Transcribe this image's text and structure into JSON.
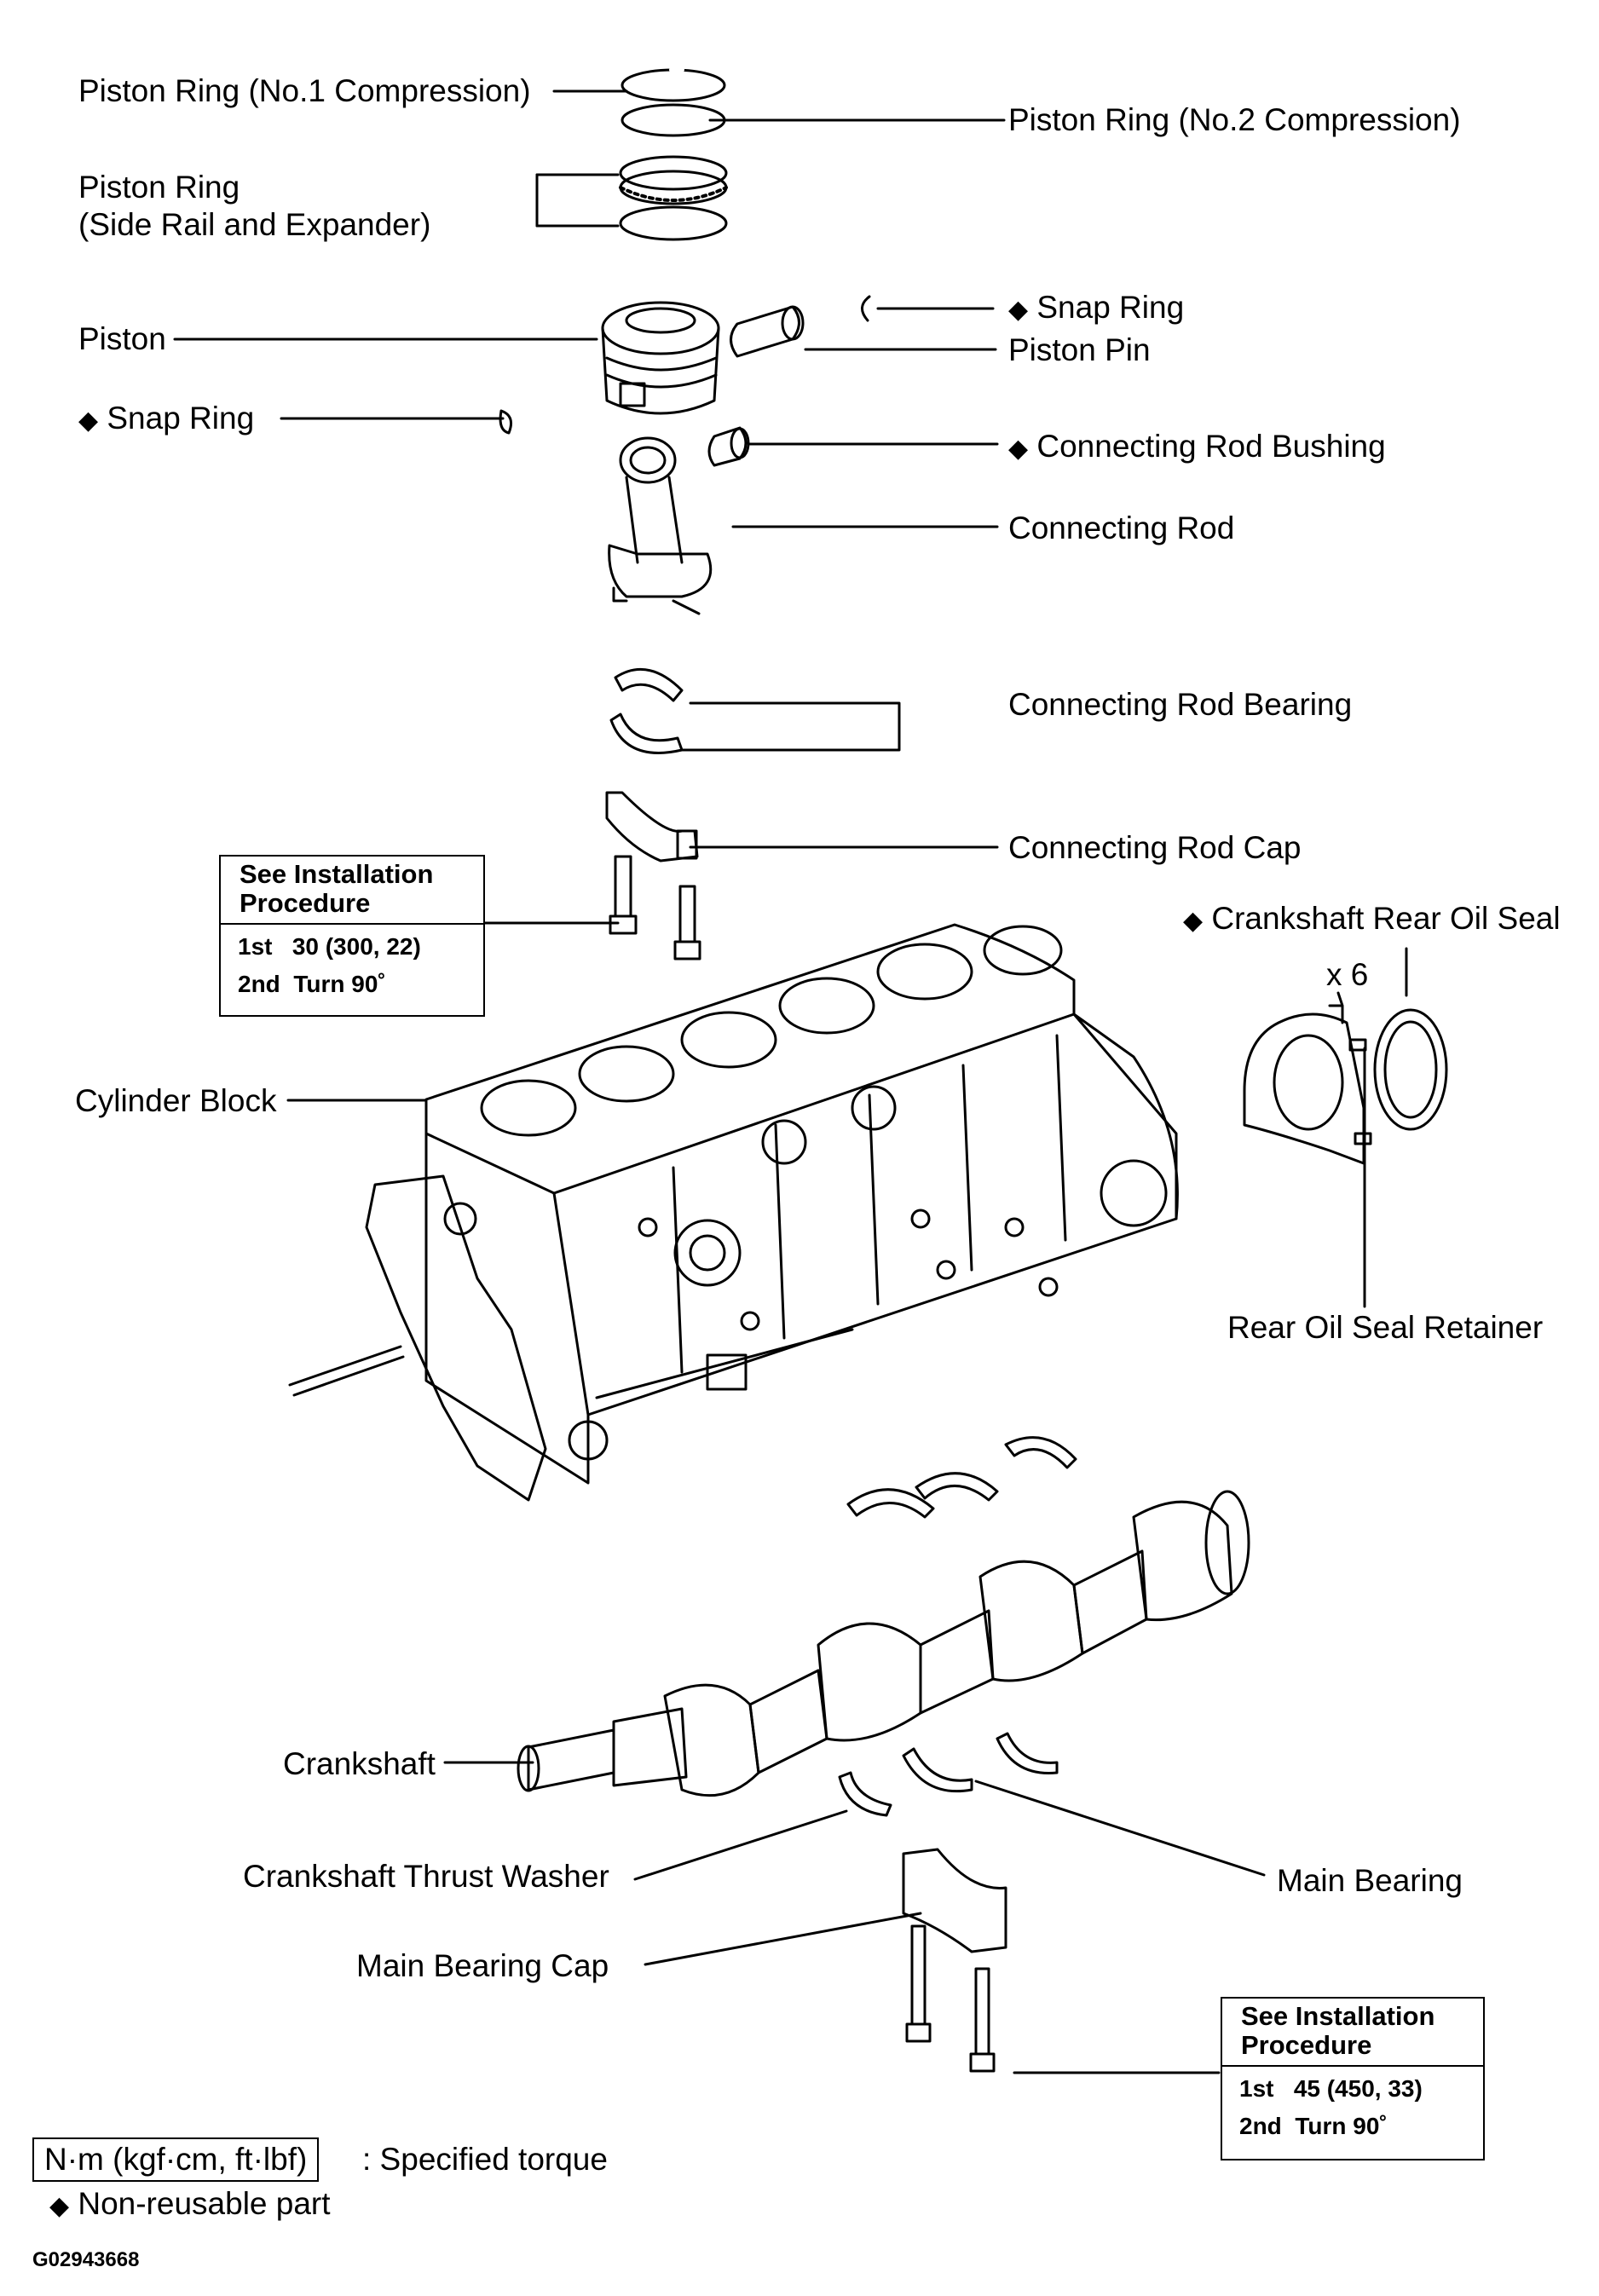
{
  "labels": {
    "diamond": "◆",
    "piston_ring_no1": "Piston Ring (No.1 Compression)",
    "piston_ring_no2": "Piston Ring (No.2 Compression)",
    "piston_ring_oil_line1": "Piston Ring",
    "piston_ring_oil_line2": "(Side Rail and Expander)",
    "piston": "Piston",
    "snap_ring": "Snap Ring",
    "piston_pin": "Piston Pin",
    "connecting_rod_bushing": "Connecting Rod Bushing",
    "connecting_rod": "Connecting Rod",
    "connecting_rod_bearing": "Connecting Rod Bearing",
    "connecting_rod_cap": "Connecting Rod Cap",
    "crankshaft_rear_oil_seal": "Crankshaft Rear Oil Seal",
    "bolt_quantity": "x 6",
    "cylinder_block": "Cylinder Block",
    "rear_oil_seal_retainer": "Rear Oil Seal Retainer",
    "crankshaft": "Crankshaft",
    "crankshaft_thrust_washer": "Crankshaft Thrust Washer",
    "main_bearing": "Main Bearing",
    "main_bearing_cap": "Main Bearing Cap"
  },
  "torque_rod": {
    "header_line1": "See Installation",
    "header_line2": "Procedure",
    "step1_label": "1st",
    "step1_value": "30 (300, 22)",
    "step2_label": "2nd",
    "step2_value": "Turn 90˚"
  },
  "torque_main": {
    "header_line1": "See Installation",
    "header_line2": "Procedure",
    "step1_label": "1st",
    "step1_value": "45 (450, 33)",
    "step2_label": "2nd",
    "step2_value": "Turn 90˚"
  },
  "legend": {
    "torque_unit": "N·m (kgf·cm, ft·lbf)",
    "torque_description": ": Specified torque",
    "non_reusable": "Non-reusable part"
  },
  "figure_id": "G02943668"
}
